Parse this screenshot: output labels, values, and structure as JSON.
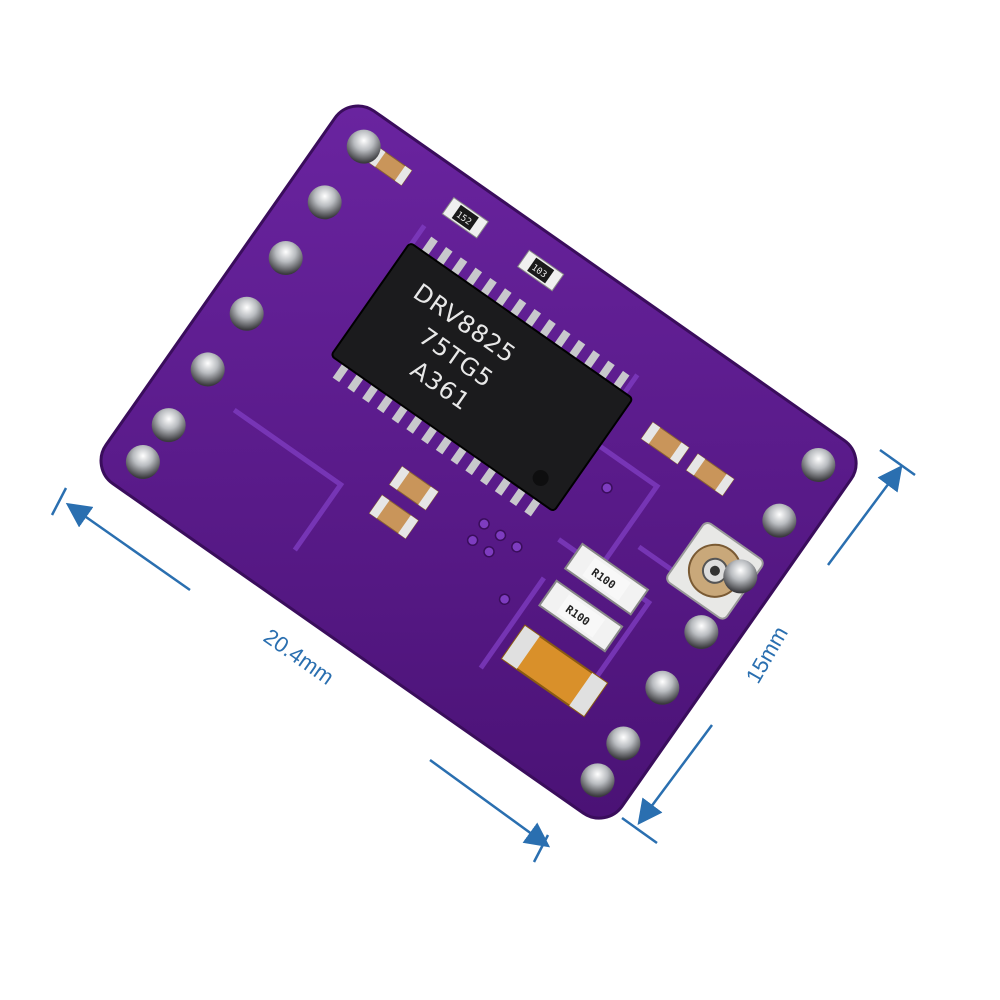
{
  "image": {
    "subject": "DRV8825 stepper motor driver module",
    "board_color": "#5a1a8a",
    "dimension_color": "#2a6fb0"
  },
  "chip": {
    "line1": "DRV8825",
    "line2": "75TG5",
    "line3": "A361"
  },
  "resistors": {
    "sense1": "R100",
    "sense2": "R100",
    "small1": "152",
    "small2": "103"
  },
  "dimensions": {
    "width_label": "20.4mm",
    "height_label": "15mm"
  }
}
